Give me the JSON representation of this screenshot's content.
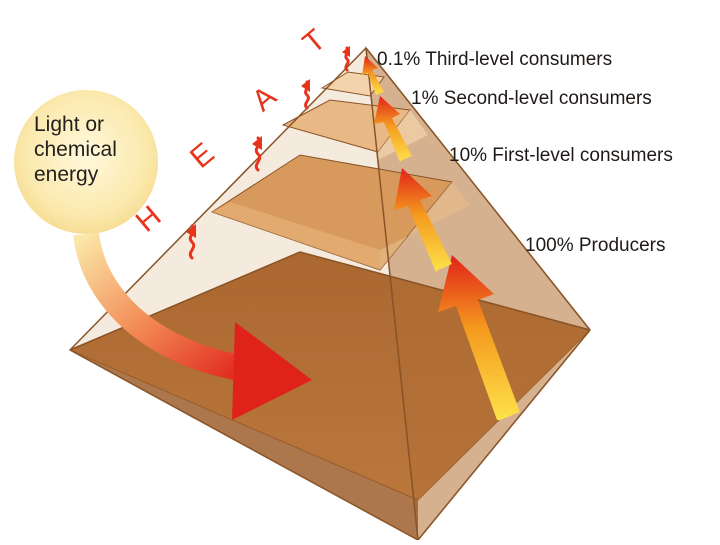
{
  "energy_source": {
    "lines": [
      "Light or",
      "chemical",
      "energy"
    ]
  },
  "heat_letters": [
    "H",
    "E",
    "A",
    "T"
  ],
  "levels": [
    {
      "label": "0.1% Third-level consumers"
    },
    {
      "label": "1% Second-level consumers"
    },
    {
      "label": "10% First-level consumers"
    },
    {
      "label": "100% Producers"
    }
  ],
  "colors": {
    "pyramid_light": "#f3d2a6",
    "pyramid_mid": "#d99c5d",
    "pyramid_dark": "#a2612d",
    "sun": "#fbeab0",
    "arrow_red": "#e0231a",
    "arrow_orange": "#f59a1e",
    "arrow_yellow": "#fde24a",
    "heat": "#e8341c"
  }
}
